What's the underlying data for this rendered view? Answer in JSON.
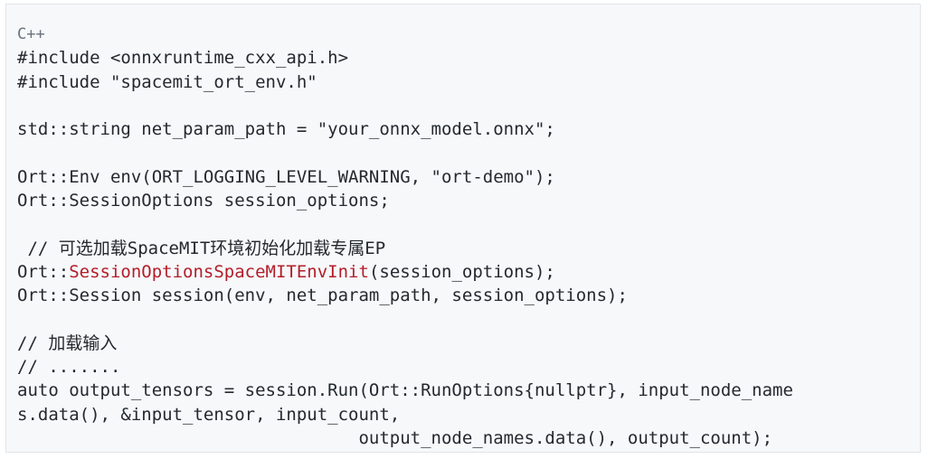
{
  "code_block": {
    "language_label": "C++",
    "accent_color": "#b31d28",
    "lines": [
      "#include <onnxruntime_cxx_api.h>",
      "#include \"spacemit_ort_env.h\"",
      "",
      "std::string net_param_path = \"your_onnx_model.onnx\";",
      "",
      "Ort::Env env(ORT_LOGGING_LEVEL_WARNING, \"ort-demo\");",
      "Ort::SessionOptions session_options;",
      "",
      " // 可选加载SpaceMIT环境初始化加载专属EP",
      {
        "prefix": "Ort::",
        "highlight": "SessionOptionsSpaceMITEnvInit",
        "suffix": "(session_options);"
      },
      "Ort::Session session(env, net_param_path, session_options);",
      "",
      "// 加载输入",
      "// .......",
      "auto output_tensors = session.Run(Ort::RunOptions{nullptr}, input_node_name",
      "s.data(), &input_tensor, input_count,",
      "                                 output_node_names.data(), output_count);"
    ]
  }
}
